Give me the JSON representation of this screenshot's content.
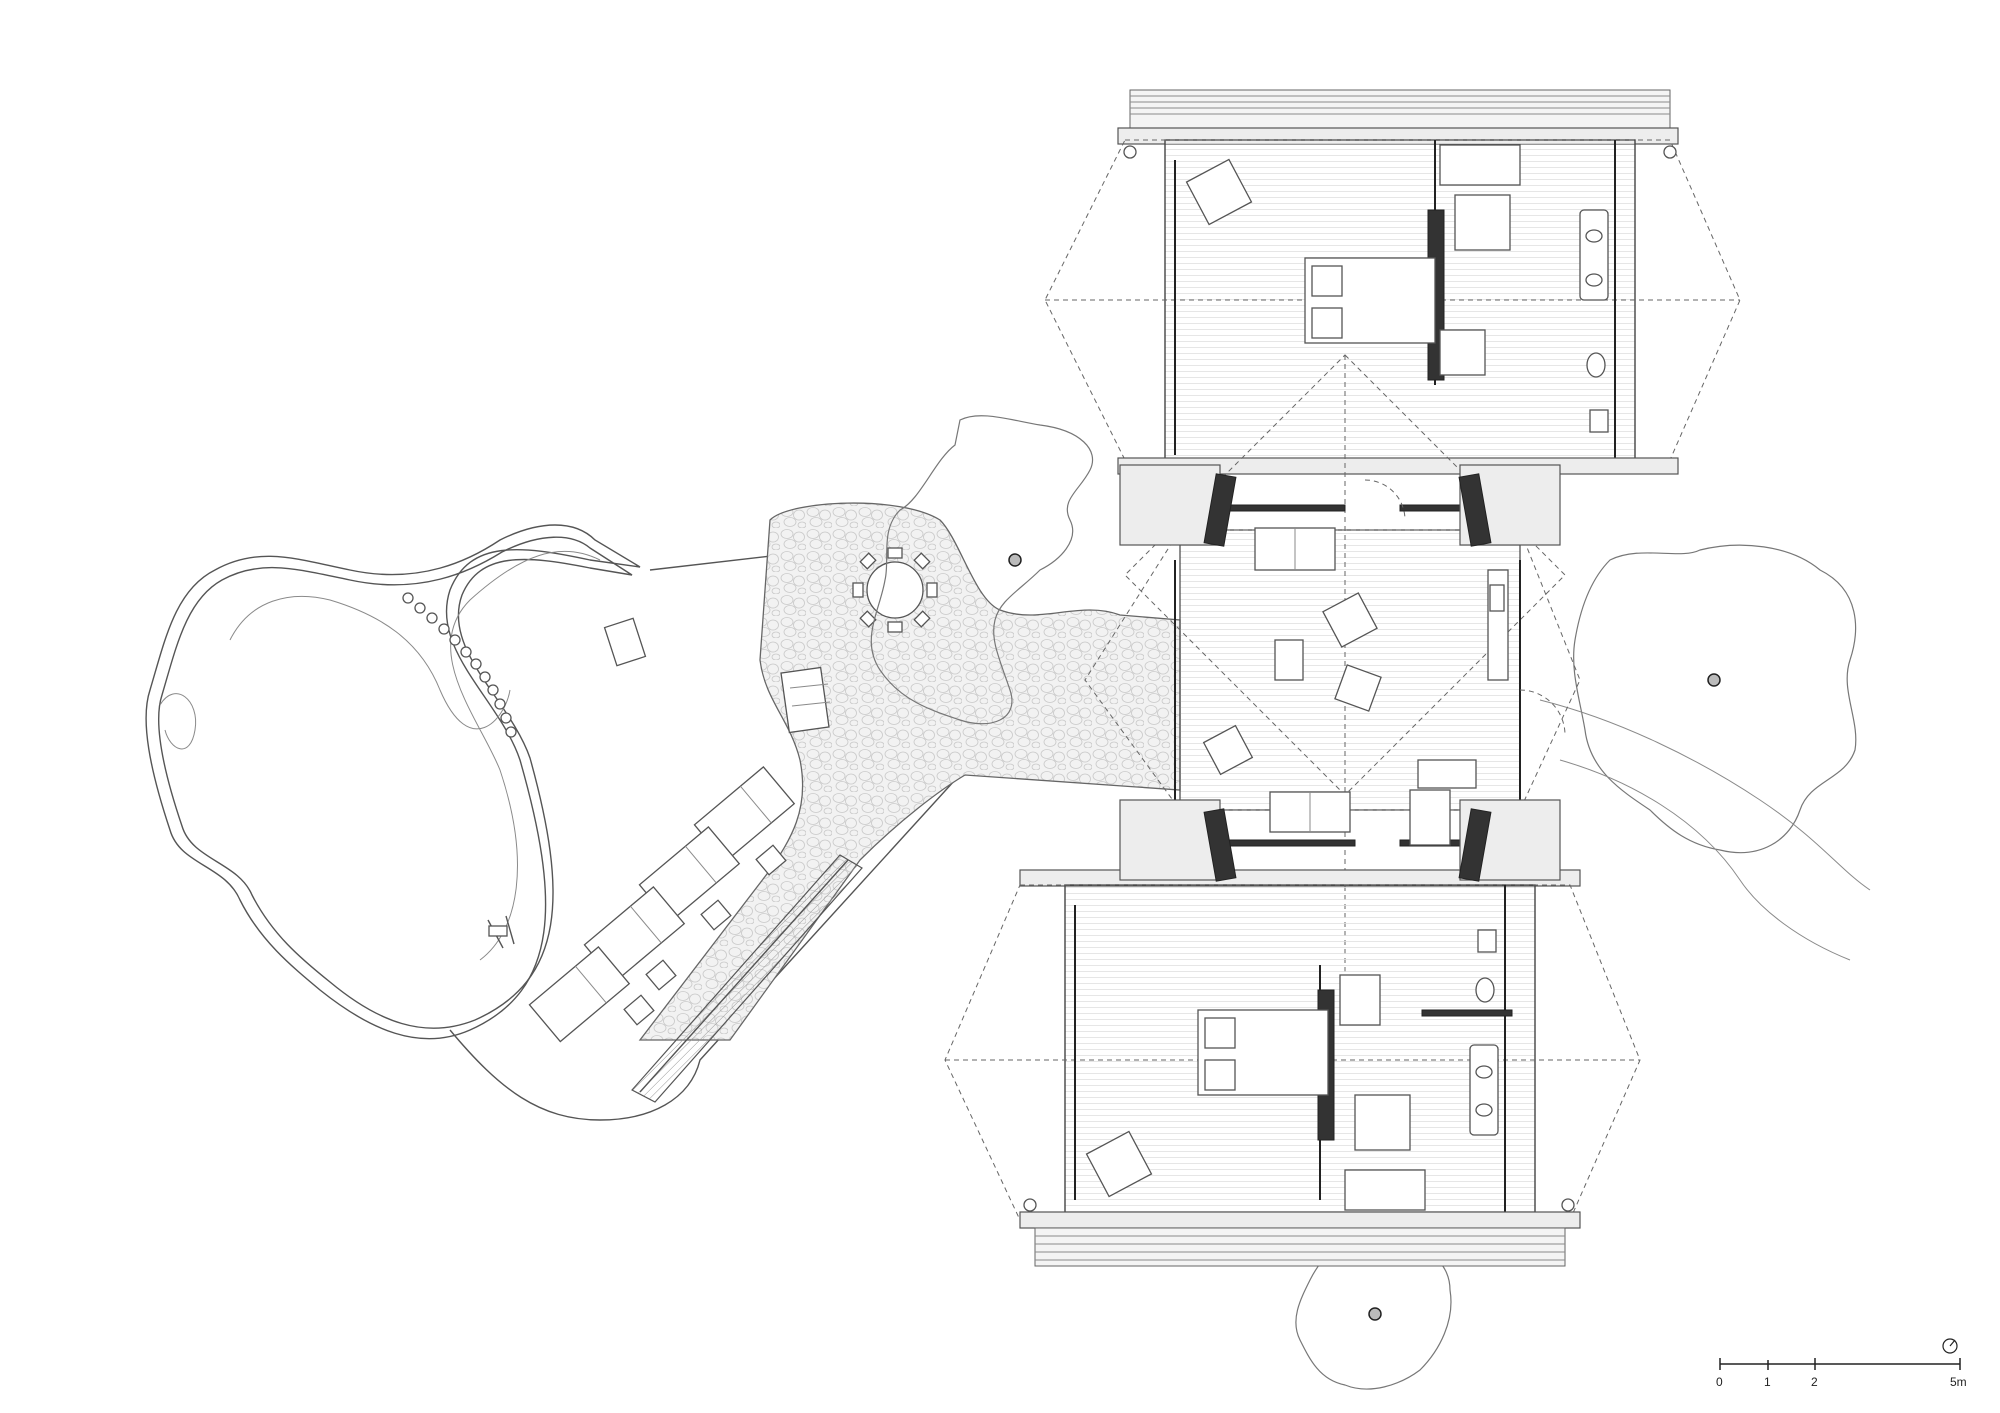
{
  "scale_bar": {
    "labels": [
      "0",
      "1",
      "2",
      "5m"
    ]
  },
  "north_arrow": {
    "icon": "north-arrow-icon"
  },
  "colors": {
    "line": "#555555",
    "wall": "#222222",
    "paving": "#eeeeee"
  }
}
